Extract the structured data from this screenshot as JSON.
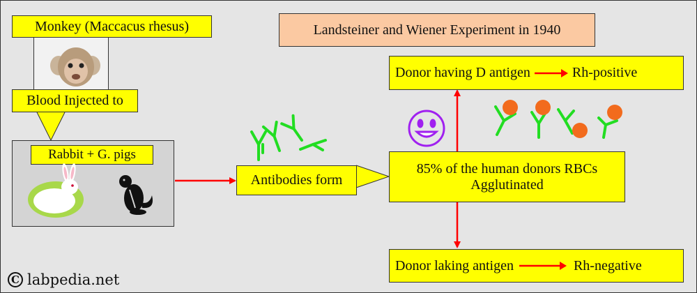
{
  "title": "Landsteiner and Wiener Experiment in 1940",
  "monkey_label": "Monkey (Maccacus rhesus)",
  "injected_label": "Blood Injected to",
  "animals_label": "Rabbit + G. pigs",
  "antibodies_label": "Antibodies form",
  "agglutination_line1": "85% of the human donors RBCs",
  "agglutination_line2": "Agglutinated",
  "donor_positive": {
    "donor": "Donor having D antigen",
    "result": "Rh-positive"
  },
  "donor_negative": {
    "donor": "Donor laking antigen",
    "result": "Rh-negative"
  },
  "watermark": "labpedia.net",
  "colors": {
    "yellow": "#ffff00",
    "peach": "#fbc9a2",
    "arrow_red": "#ff0000",
    "antibody_green": "#22dd22",
    "antigen_orange": "#f26b1d",
    "smiley_purple": "#a020f0"
  },
  "icons": [
    "monkey-icon",
    "rabbit-icon",
    "chipmunk-icon",
    "antibody-icon",
    "antigen-icon",
    "smiley-icon",
    "copyright-icon"
  ]
}
